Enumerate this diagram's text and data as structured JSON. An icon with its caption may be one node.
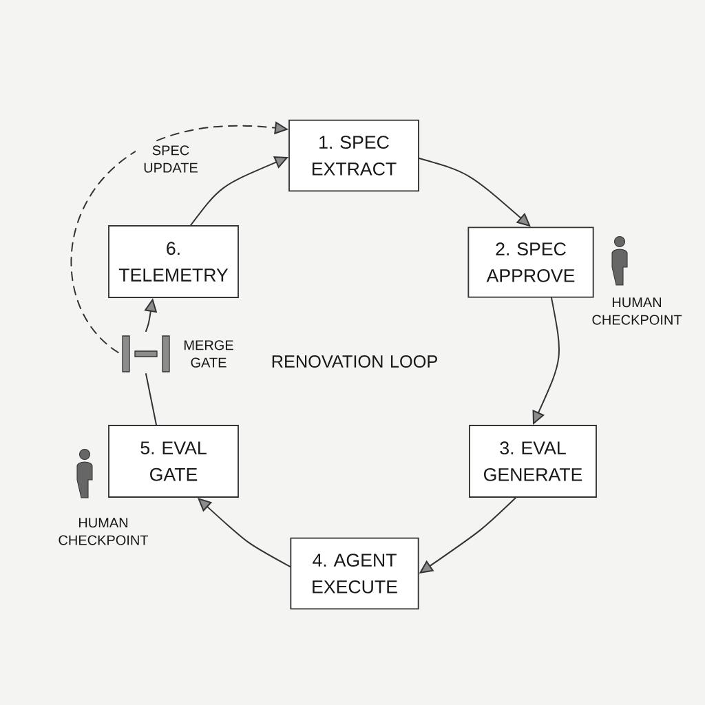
{
  "diagram": {
    "title": "RENOVATION LOOP",
    "nodes": [
      {
        "text": [
          "1. SPEC EXTRACT"
        ]
      },
      {
        "text": [
          "2. SPEC APPROVE"
        ],
        "beside": [
          "HUMAN CHECKPOINT"
        ]
      },
      {
        "text": [
          "3. EVAL GENERATE"
        ]
      },
      {
        "text": [
          "4. AGENT EXECUTE"
        ]
      },
      {
        "text": [
          "5. EVAL GATE"
        ],
        "beside": [
          "HUMAN CHECKPOINT"
        ]
      },
      {
        "text": [
          "6. TELEMETRY"
        ]
      },
      {
        "text": [],
        "shape": "gate",
        "beside": [
          "MERGE GATE"
        ]
      }
    ],
    "edges": [
      {
        "from": 0,
        "to": 1,
        "arrow": "to"
      },
      {
        "from": 1,
        "to": 2,
        "arrow": "to"
      },
      {
        "from": 2,
        "to": 3,
        "arrow": "to"
      },
      {
        "from": 3,
        "to": 4,
        "arrow": "to"
      },
      {
        "from": 4,
        "to": 6,
        "arrow": "none"
      },
      {
        "from": 6,
        "to": 5,
        "arrow": "to"
      },
      {
        "from": 5,
        "to": 0,
        "arrow": "to"
      },
      {
        "from": 6,
        "to": 0,
        "arrow": "to",
        "style": "dashed",
        "label": "SPEC UPDATE"
      }
    ]
  }
}
